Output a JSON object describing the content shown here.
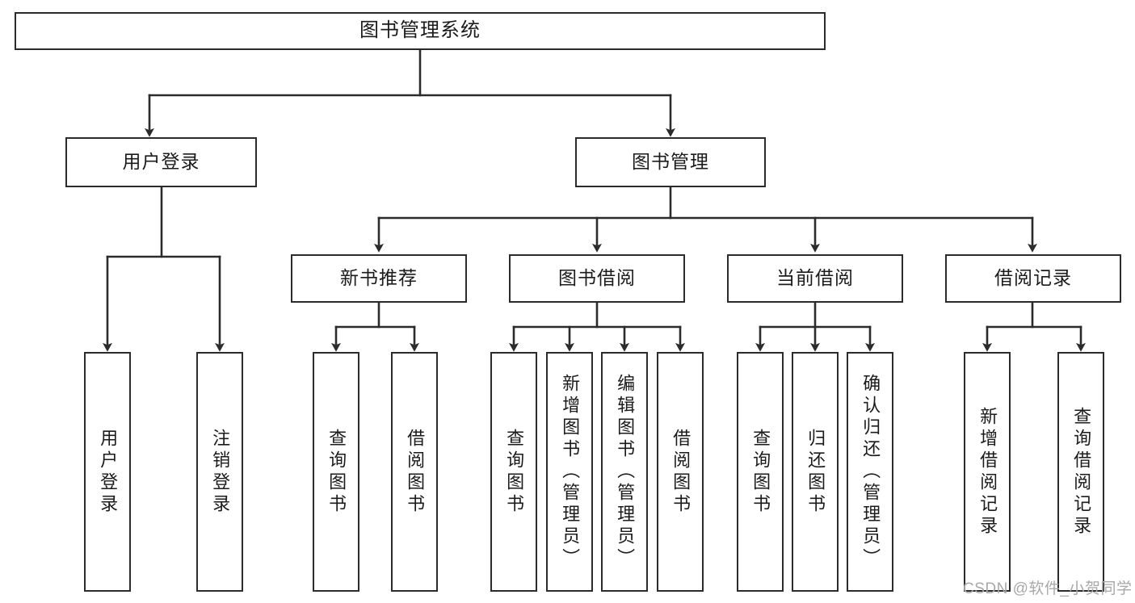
{
  "diagram": {
    "title": "图书管理系统",
    "type": "tree",
    "watermark": "CSDN @软件_小贺同学",
    "colors": {
      "border": "#2b2b2b",
      "background": "#ffffff",
      "text": "#1b1b1b",
      "edge": "#2b2b2b",
      "watermark": "#a8a8a8"
    },
    "nodes": {
      "root": {
        "label": "图书管理系统"
      },
      "level2": [
        {
          "id": "user-login",
          "label": "用户登录"
        },
        {
          "id": "book-management",
          "label": "图书管理"
        }
      ],
      "level3": [
        {
          "id": "new-book-recommend",
          "label": "新书推荐"
        },
        {
          "id": "book-borrow",
          "label": "图书借阅"
        },
        {
          "id": "current-borrow",
          "label": "当前借阅"
        },
        {
          "id": "borrow-record",
          "label": "借阅记录"
        }
      ],
      "leaves": {
        "user_login": [
          {
            "id": "leaf-user-login",
            "label": "用户登录"
          },
          {
            "id": "leaf-logout-login",
            "label": "注销登录"
          }
        ],
        "new_book_recommend": [
          {
            "id": "leaf-query-book-1",
            "label": "查询图书"
          },
          {
            "id": "leaf-borrow-book-1",
            "label": "借阅图书"
          }
        ],
        "book_borrow": [
          {
            "id": "leaf-query-book-2",
            "label": "查询图书"
          },
          {
            "id": "leaf-add-book",
            "label": "新增图书（管理员）"
          },
          {
            "id": "leaf-edit-book",
            "label": "编辑图书（管理员）"
          },
          {
            "id": "leaf-borrow-book-2",
            "label": "借阅图书"
          }
        ],
        "current_borrow": [
          {
            "id": "leaf-query-book-3",
            "label": "查询图书"
          },
          {
            "id": "leaf-return-book",
            "label": "归还图书"
          },
          {
            "id": "leaf-confirm-return",
            "label": "确认归还（管理员）"
          }
        ],
        "borrow_record": [
          {
            "id": "leaf-add-record",
            "label": "新增借阅记录"
          },
          {
            "id": "leaf-query-record",
            "label": "查询借阅记录"
          }
        ]
      }
    }
  }
}
